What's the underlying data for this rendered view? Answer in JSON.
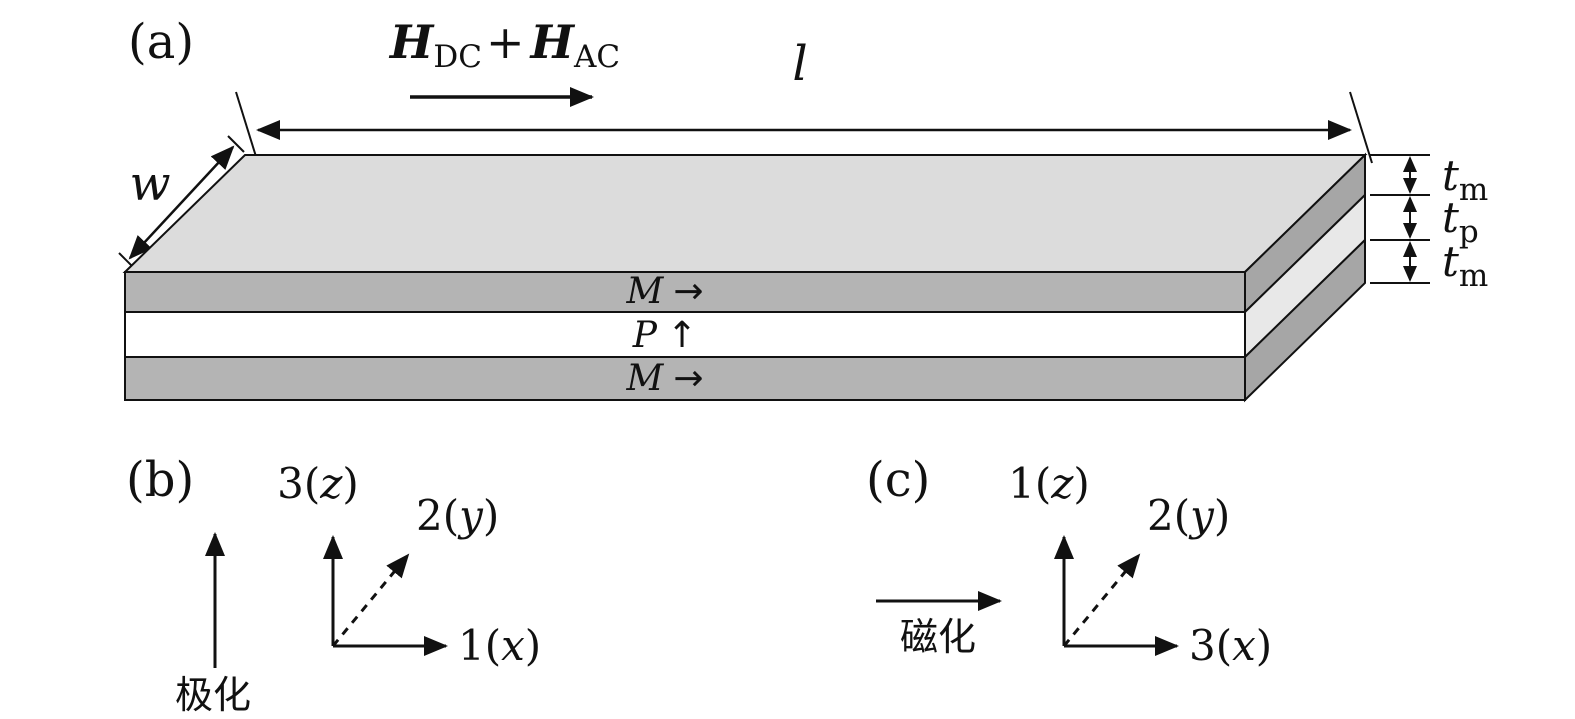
{
  "panel_a": {
    "label": "(a)",
    "field_label": {
      "h1": "H",
      "sub1": "DC",
      "op": "+",
      "h2": "H",
      "sub2": "AC"
    },
    "length_label": "l",
    "width_label": "w",
    "thickness_labels": [
      {
        "base": "t",
        "sub": "m"
      },
      {
        "base": "t",
        "sub": "p"
      },
      {
        "base": "t",
        "sub": "m"
      }
    ],
    "layer_labels": [
      {
        "symbol": "M",
        "arrow": "→"
      },
      {
        "symbol": "P",
        "arrow": "↑"
      },
      {
        "symbol": "M",
        "arrow": "→"
      }
    ]
  },
  "panel_b": {
    "label": "(b)",
    "arrow_label": "极化",
    "axes": {
      "vertical": {
        "pre": "3(",
        "var": "z",
        "post": ")"
      },
      "diagonal": {
        "pre": "2(",
        "var": "y",
        "post": ")"
      },
      "horizontal": {
        "pre": "1(",
        "var": "x",
        "post": ")"
      }
    }
  },
  "panel_c": {
    "label": "(c)",
    "arrow_label": "磁化",
    "axes": {
      "vertical": {
        "pre": "1(",
        "var": "z",
        "post": ")"
      },
      "diagonal": {
        "pre": "2(",
        "var": "y",
        "post": ")"
      },
      "horizontal": {
        "pre": "3(",
        "var": "x",
        "post": ")"
      }
    }
  },
  "colors": {
    "top_face": "#dcdcdc",
    "magnet_layer_front": "#b4b4b4",
    "piezo_layer_front": "#ffffff",
    "magnet_layer_side": "#a6a6a6",
    "piezo_layer_side": "#e8e8e8",
    "line": "#111111"
  }
}
